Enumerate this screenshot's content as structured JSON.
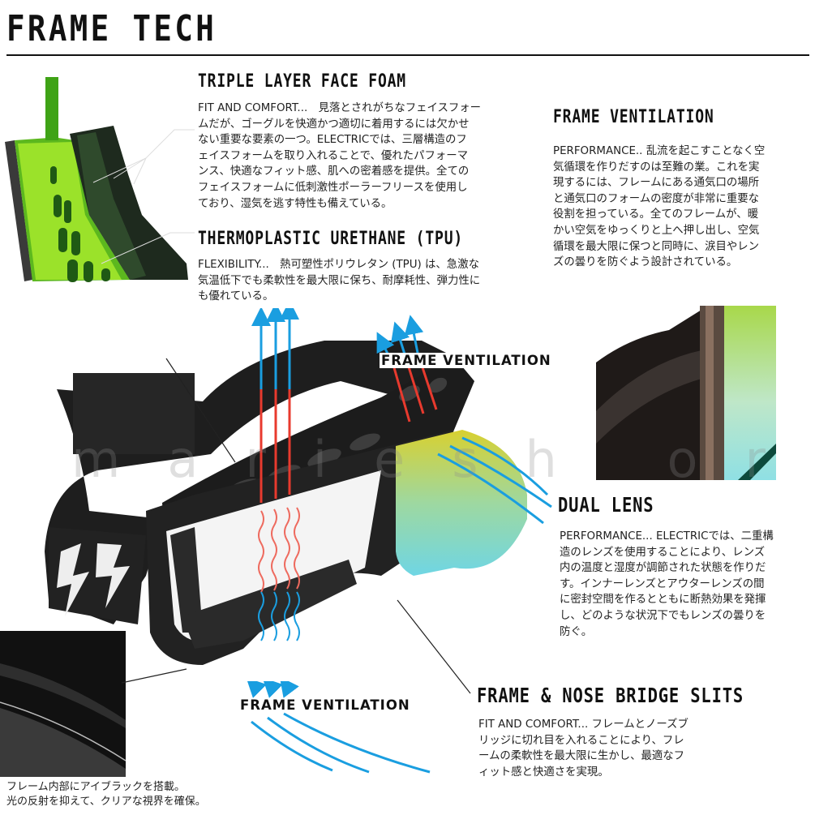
{
  "page": {
    "title": "FRAME TECH"
  },
  "sections": {
    "face_foam": {
      "heading": "TRIPLE LAYER FACE FOAM",
      "lines": [
        "FIT AND COMFORT...　見落とされがちなフェイスフォー",
        "ムだが、ゴーグルを快適かつ適切に着用するには欠かせ",
        "ない重要な要素の一つ。ELECTRICでは、三層構造のフ",
        "ェイスフォームを取り入れることで、優れたパフォーマ",
        "ンス、快適なフィット感、肌への密着感を提供。全ての",
        "フェイスフォームに低刺激性ポーラーフリースを使用し",
        "ており、湿気を逃す特性も備えている。"
      ]
    },
    "tpu": {
      "heading": "THERMOPLASTIC URETHANE (TPU)",
      "lines": [
        "FLEXIBILITY...　熱可塑性ポリウレタン (TPU) は、急激な",
        "気温低下でも柔軟性を最大限に保ち、耐摩耗性、弾力性に",
        "も優れている。"
      ]
    },
    "frame_ventilation": {
      "heading": "FRAME VENTILATION",
      "lines": [
        "PERFORMANCE.. 乱流を起こすことなく空",
        "気循環を作りだすのは至難の業。これを実",
        "現するには、フレームにある通気口の場所",
        "と通気口のフォームの密度が非常に重要な",
        "役割を担っている。全てのフレームが、暖",
        "かい空気をゆっくりと上へ押し出し、空気",
        "循環を最大限に保つと同時に、涙目やレン",
        "ズの曇りを防ぐよう設計されている。"
      ]
    },
    "dual_lens": {
      "heading": "DUAL LENS",
      "lines": [
        "PERFORMANCE... ELECTRICでは、二重構",
        "造のレンズを使用することにより、レンズ",
        "内の温度と湿度が調節された状態を作りだ",
        "す。インナーレンズとアウターレンズの間",
        "に密封空間を作るとともに断熱効果を発揮",
        "し、どのような状況下でもレンズの曇りを",
        "防ぐ。"
      ]
    },
    "nose_bridge": {
      "heading": "FRAME & NOSE BRIDGE SLITS",
      "lines": [
        "FIT AND COMFORT... フレームとノーズブ",
        "リッジに切れ目を入れることにより、フレ",
        "ームの柔軟性を最大限に生かし、最適なフ",
        "ィット感と快適さを実現。"
      ]
    },
    "eye_black": {
      "lines": [
        "フレーム内部にアイブラックを搭載。",
        "光の反射を抑えて、クリアな視界を確保。"
      ]
    }
  },
  "diagram_labels": {
    "top_vent": "FRAME VENTILATION",
    "bottom_vent": "FRAME VENTILATION"
  },
  "watermark": "mariesh or",
  "colors": {
    "text": "#111111",
    "vent_blue": "#1a9ee0",
    "heat_red": "#e83a2e",
    "foam_green": "#9be22a",
    "frame_black": "#1c1c1c"
  }
}
